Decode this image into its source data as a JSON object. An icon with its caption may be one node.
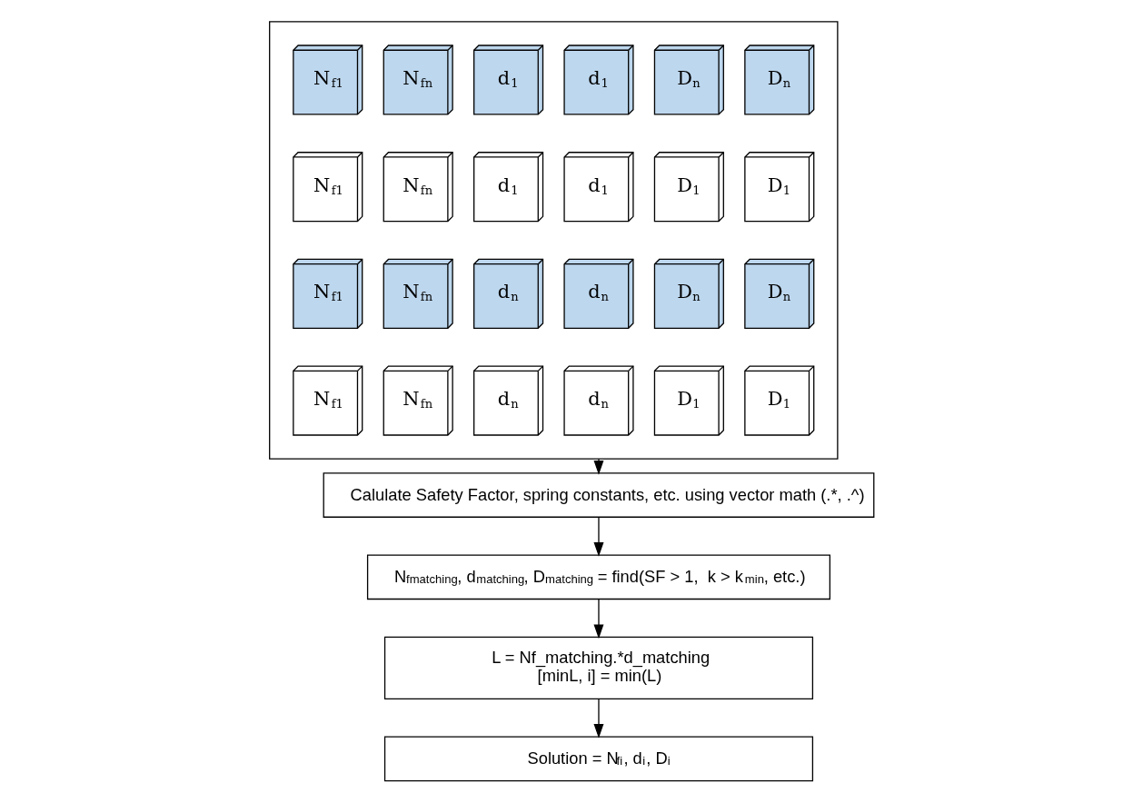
{
  "diagram": {
    "nodes": [
      {
        "text": [],
        "shape": "box"
      },
      {
        "text": [
          "N$_{f1}$"
        ],
        "in": 0
      },
      {
        "text": [
          "N$_{fn}$"
        ],
        "in": 0
      },
      {
        "text": [
          "N$_{f1}$"
        ],
        "in": 0
      },
      {
        "text": [
          "N$_{fn}$"
        ],
        "in": 0
      },
      {
        "text": [
          "N$_{f1}$"
        ],
        "in": 0
      },
      {
        "text": [
          "N$_{fn}$"
        ],
        "in": 0
      },
      {
        "text": [
          "N$_{f1}$"
        ],
        "in": 0
      },
      {
        "text": [
          "N$_{fn}$"
        ],
        "in": 0
      },
      {
        "text": [
          "d$_{1}$"
        ],
        "in": 0
      },
      {
        "text": [
          "d$_{1}$"
        ],
        "in": 0
      },
      {
        "text": [
          "d$_{1}$"
        ],
        "in": 0
      },
      {
        "text": [
          "d$_{1}$"
        ],
        "in": 0
      },
      {
        "text": [
          "d$_{n}$"
        ],
        "in": 0
      },
      {
        "text": [
          "d$_{n}$"
        ],
        "in": 0
      },
      {
        "text": [
          "d$_{n}$"
        ],
        "in": 0
      },
      {
        "text": [
          "d$_{n}$"
        ],
        "in": 0
      },
      {
        "text": [
          "D$_{n}$"
        ],
        "in": 0
      },
      {
        "text": [
          "D$_{n}$"
        ],
        "in": 0
      },
      {
        "text": [
          "D$_{1}$"
        ],
        "in": 0
      },
      {
        "text": [
          "D$_{1}$"
        ],
        "in": 0
      },
      {
        "text": [
          "D$_{n}$"
        ],
        "in": 0
      },
      {
        "text": [
          "D$_{n}$"
        ],
        "in": 0
      },
      {
        "text": [
          "D$_{1}$"
        ],
        "in": 0
      },
      {
        "text": [
          "D$_{1}$"
        ],
        "in": 0
      },
      {
        "text": [
          "Calulate Safety Factor, spring constants, etc. using vector math (.*, .^)"
        ]
      },
      {
        "text": [
          "N$_{fmatching}$, d$_{matching}$, D$_{matching}$ = find(SF > 1,  k > k$_{min}$, etc.)"
        ]
      },
      {
        "text": [
          "L = Nf_matching.*d_matching",
          "[minL, i] = min(L)"
        ]
      },
      {
        "text": [
          "Solution = N$_{fi}$, d$_{i}$, D$_{i}$"
        ]
      }
    ],
    "edges": [
      {
        "from": 0,
        "to": 25,
        "arrow": "to"
      },
      {
        "from": 25,
        "to": 26,
        "arrow": "to"
      },
      {
        "from": 26,
        "to": 27,
        "arrow": "to"
      },
      {
        "from": 27,
        "to": 28,
        "arrow": "to"
      }
    ]
  }
}
